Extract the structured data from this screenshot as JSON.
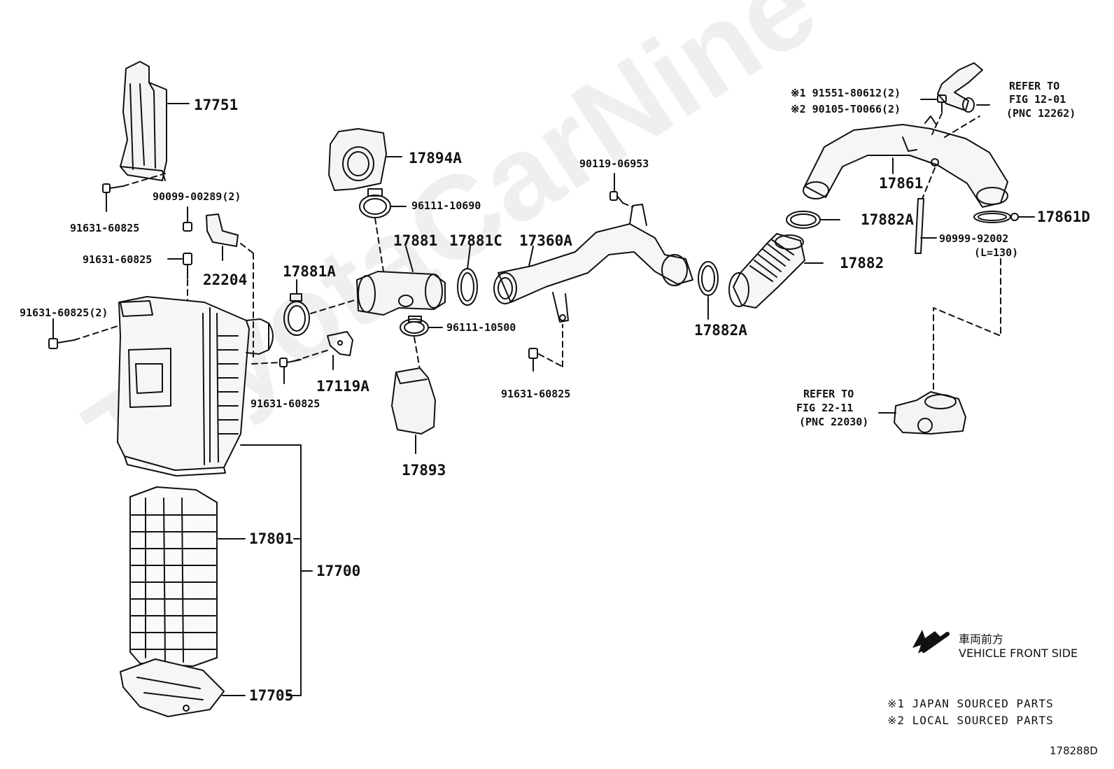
{
  "watermark": "ToyotaCarNine",
  "figure_id": "178288D",
  "labels": {
    "p17751": "17751",
    "p90099_00289": "90099-00289(2)",
    "p91631_60825_a": "91631-60825",
    "p91631_60825_b": "91631-60825",
    "p91631_60825_c": "91631-60825(2)",
    "p91631_60825_d": "91631-60825",
    "p91631_60825_e": "91631-60825",
    "p22204": "22204",
    "p17881A": "17881A",
    "p17119A": "17119A",
    "p17894A": "17894A",
    "p96111_10690": "96111-10690",
    "p17881": "17881",
    "p17881C": "17881C",
    "p96111_10500": "96111-10500",
    "p17893": "17893",
    "p90119_06953": "90119-06953",
    "p17360A": "17360A",
    "p17882A_bottom": "17882A",
    "p17882A_top": "17882A",
    "p17882": "17882",
    "p17861": "17861",
    "p17861D": "17861D",
    "p90999_92002": "90999-92002",
    "p90999_92002_len": "(L=130)",
    "p91551_80612": "※1 91551-80612(2)",
    "p90105_T0066": "※2 90105-T0066(2)",
    "p17801": "17801",
    "p17700": "17700",
    "p17705": "17705"
  },
  "refs": {
    "ref1_line1": "REFER TO",
    "ref1_line2": "FIG 12-01",
    "ref1_line3": "(PNC 12262)",
    "ref2_line1": "REFER TO",
    "ref2_line2": "FIG 22-11",
    "ref2_line3": "(PNC 22030)"
  },
  "legend": {
    "arrow_jp": "車両前方",
    "arrow_en": "VEHICLE FRONT SIDE",
    "note1": "※1 JAPAN SOURCED PARTS",
    "note2": "※2 LOCAL SOURCED PARTS"
  }
}
